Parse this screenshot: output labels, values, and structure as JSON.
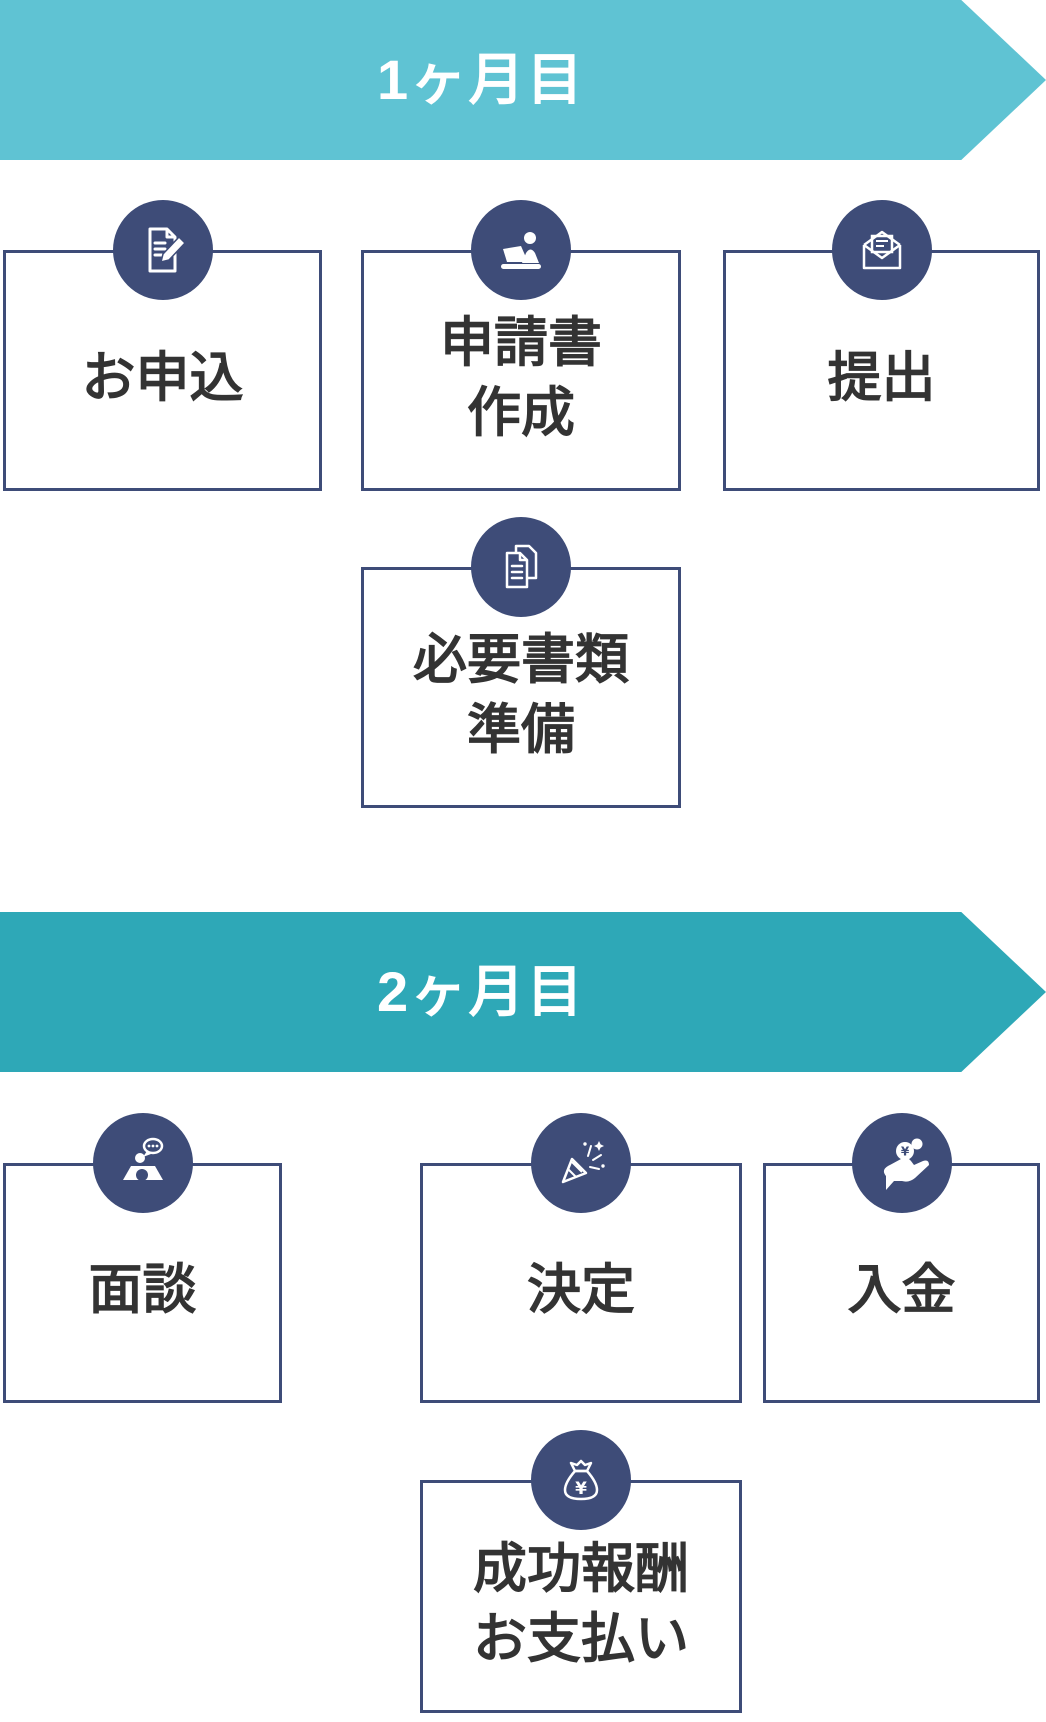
{
  "colors": {
    "banner1": "#5FC3D3",
    "banner2": "#2EA8B7",
    "navy": "#3E4C78",
    "label": "#333333",
    "banner_text": "#FFFFFF",
    "background": "#FFFFFF"
  },
  "banners": [
    {
      "label": "1ヶ月目"
    },
    {
      "label": "2ヶ月目"
    }
  ],
  "steps": [
    {
      "icon": "document-pen-icon",
      "lines": [
        "お申込"
      ]
    },
    {
      "icon": "person-laptop-icon",
      "lines": [
        "申請書",
        "作成"
      ]
    },
    {
      "icon": "open-envelope-icon",
      "lines": [
        "提出"
      ]
    },
    {
      "icon": "documents-icon",
      "lines": [
        "必要書類",
        "準備"
      ]
    },
    {
      "icon": "interview-icon",
      "lines": [
        "面談"
      ]
    },
    {
      "icon": "party-popper-icon",
      "lines": [
        "決定"
      ]
    },
    {
      "icon": "hand-coins-icon",
      "lines": [
        "入金"
      ]
    },
    {
      "icon": "money-bag-icon",
      "lines": [
        "成功報酬",
        "お支払い"
      ]
    }
  ]
}
